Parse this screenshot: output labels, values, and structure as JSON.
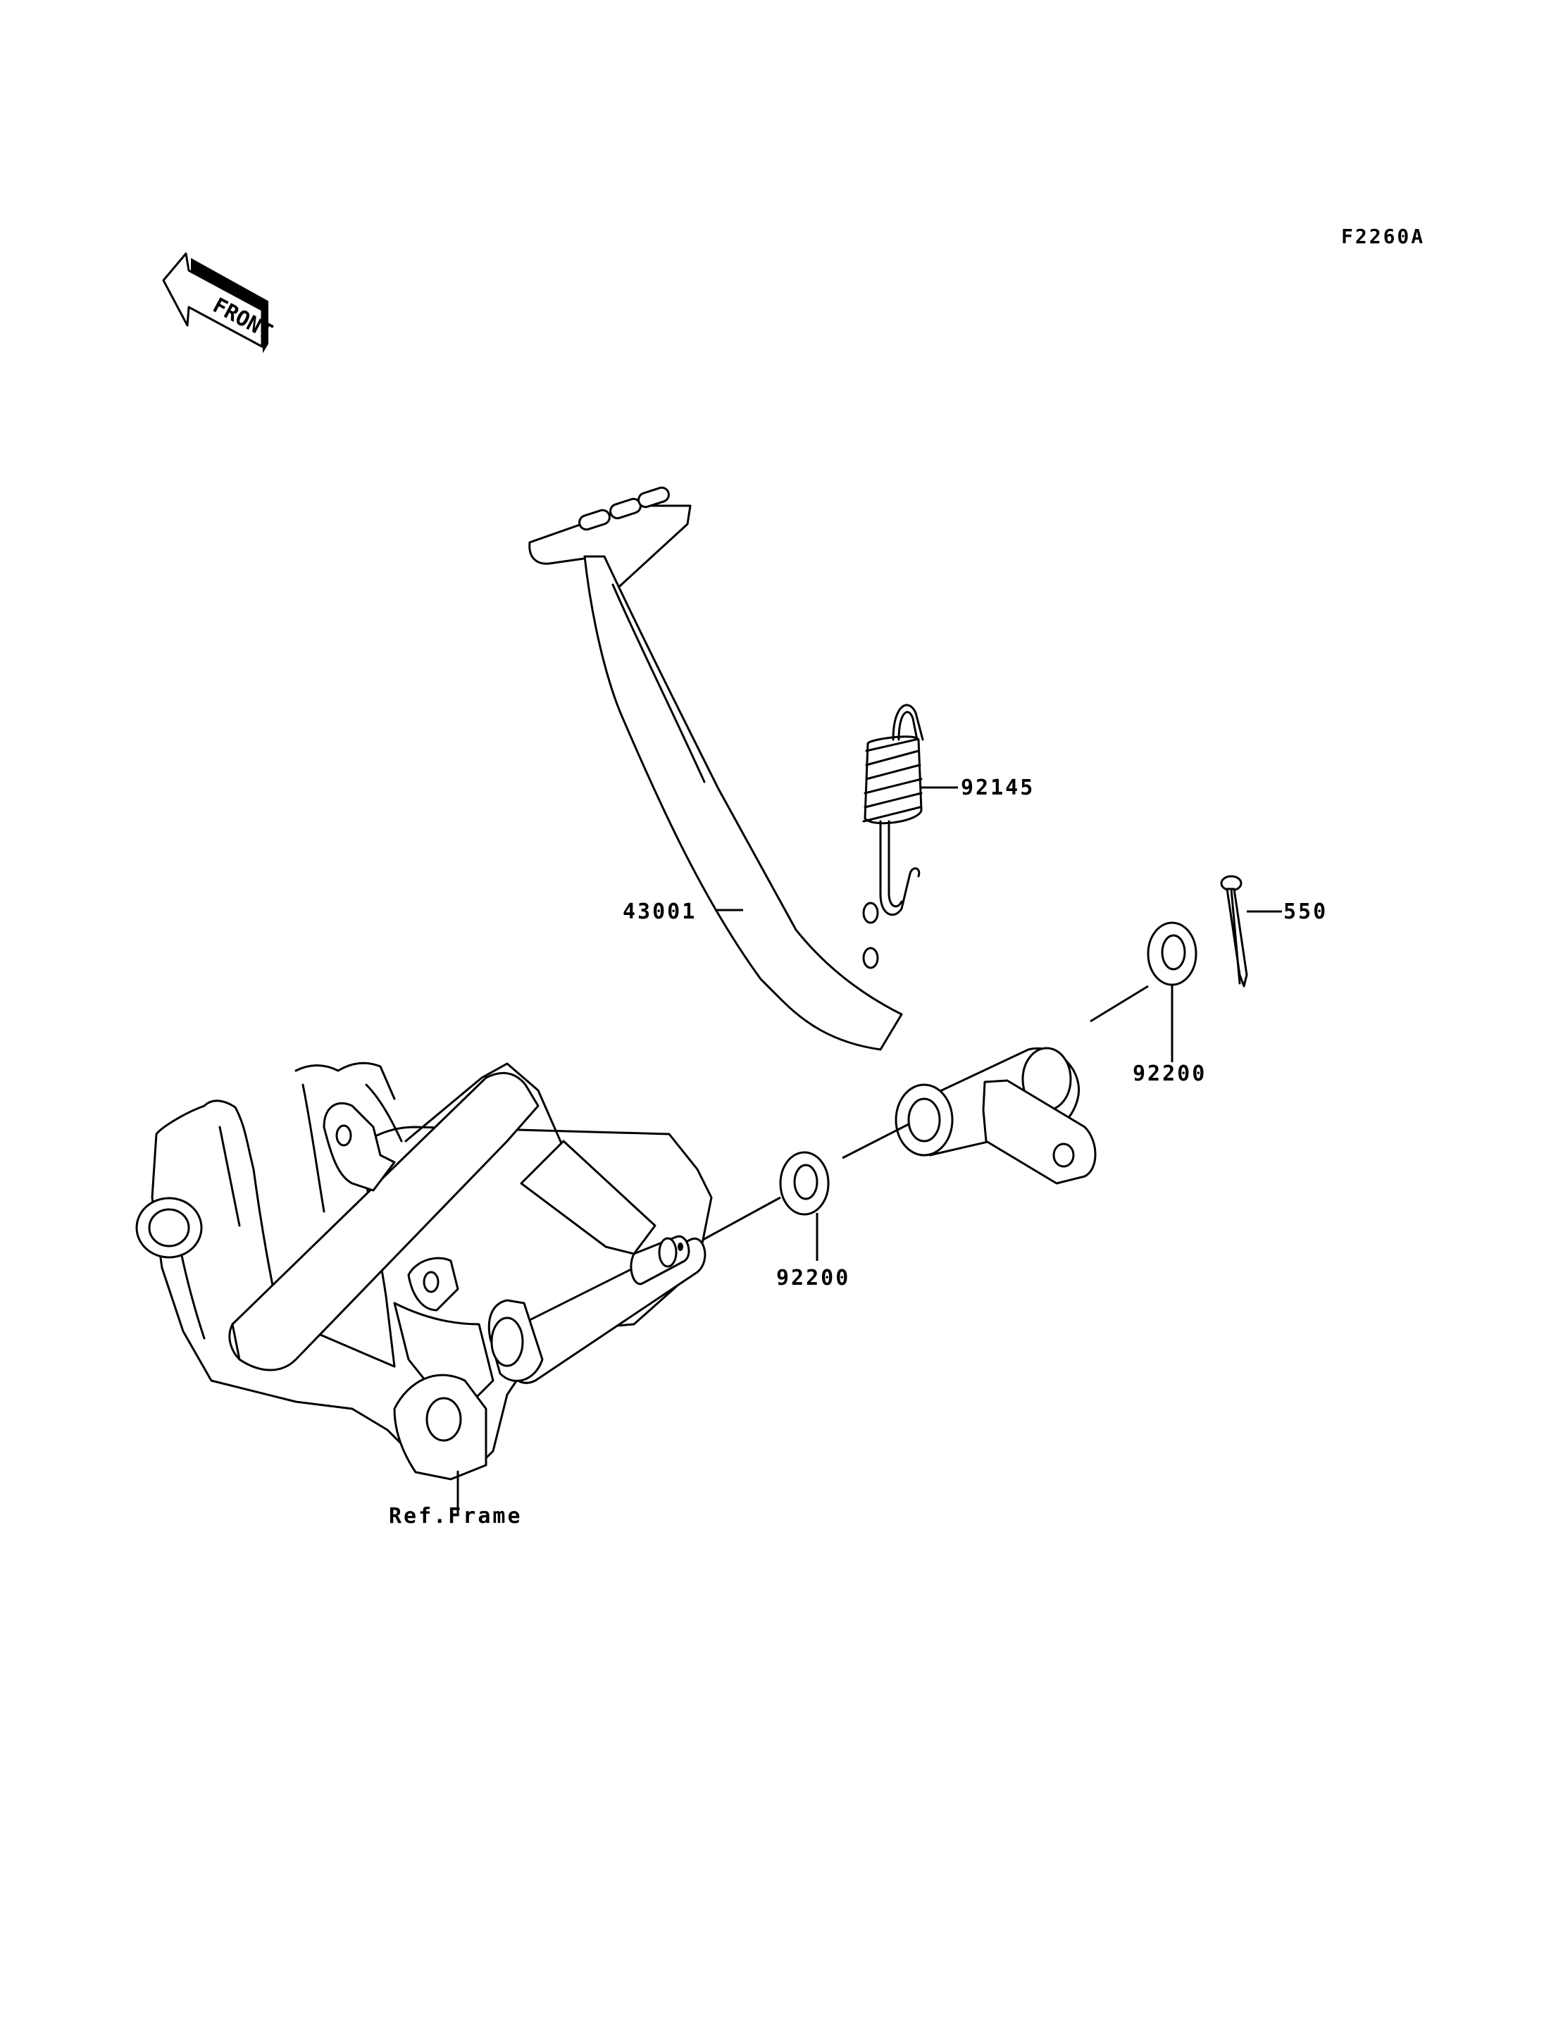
{
  "diagram_code": "F2260A",
  "front_badge": "FRONT",
  "parts": [
    {
      "id": "brake-pedal",
      "number": "43001"
    },
    {
      "id": "return-spring",
      "number": "92145"
    },
    {
      "id": "cotter-pin",
      "number": "550"
    },
    {
      "id": "washer-right",
      "number": "92200"
    },
    {
      "id": "washer-left",
      "number": "92200"
    }
  ],
  "reference": "Ref.Frame"
}
